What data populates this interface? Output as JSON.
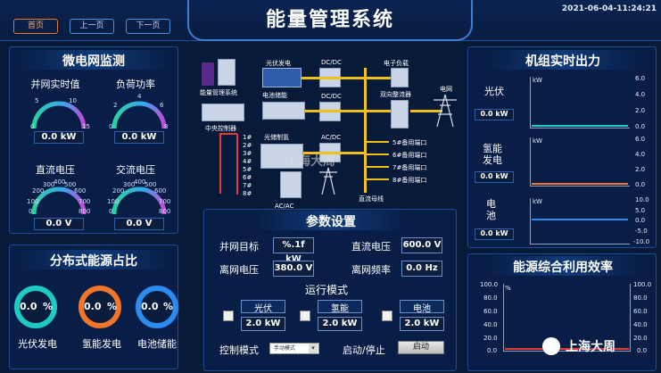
{
  "header": {
    "title": "能量管理系统",
    "datetime": "2021-06-04-11:24:21",
    "nav": [
      "首页",
      "上一页",
      "下一页"
    ]
  },
  "microgrid": {
    "title": "微电网监测",
    "gauges": [
      {
        "label": "并网实时值",
        "ticks": [
          "0",
          "5",
          "10",
          "15"
        ],
        "value": "0.0 kW"
      },
      {
        "label": "负荷功率",
        "ticks": [
          "0",
          "2",
          "4",
          "6",
          "8"
        ],
        "value": "0.0 kW"
      },
      {
        "label": "直流电压",
        "ticks": [
          "0",
          "100",
          "200",
          "300",
          "400",
          "500",
          "600",
          "700",
          "800"
        ],
        "value": "0.0 V"
      },
      {
        "label": "交流电压",
        "ticks": [
          "0",
          "100",
          "200",
          "300",
          "400",
          "500",
          "600",
          "700",
          "800"
        ],
        "value": "0.0 V"
      }
    ]
  },
  "distribution": {
    "title": "分布式能源占比",
    "rings": [
      {
        "label": "光伏发电",
        "value": "0.0",
        "unit": "%",
        "color": "#1fc9c4"
      },
      {
        "label": "氢能发电",
        "value": "0.0",
        "unit": "%",
        "color": "#f2752b"
      },
      {
        "label": "电池储能",
        "value": "0.0",
        "unit": "%",
        "color": "#2a8cf0"
      }
    ]
  },
  "diagram": {
    "ems": "能量管理系统",
    "central": "中央控制器",
    "pv": "光伏发电",
    "battery": "电池储能",
    "hydrogen": "光储制氢",
    "dcdc1": "DC/DC",
    "dcdc2": "DC/DC",
    "acdc": "AC/DC",
    "acac": "AC/AC",
    "eload": "电子负载",
    "rectifier": "双向整流器",
    "grid": "电网",
    "dcbus": "直流母线",
    "ports": [
      "5#备用端口",
      "6#备用端口",
      "7#备用端口",
      "8#备用端口"
    ],
    "relays": [
      "1#",
      "2#",
      "3#",
      "4#",
      "5#",
      "6#",
      "7#",
      "8#"
    ],
    "watermark": "上海大周"
  },
  "params": {
    "title": "参数设置",
    "grid_target_label": "并网目标",
    "grid_target_value": "%.1f kW",
    "dc_voltage_label": "直流电压",
    "dc_voltage_value": "600.0 V",
    "grid_voltage_label": "离网电压",
    "grid_voltage_value": "380.0 V",
    "grid_freq_label": "离网频率",
    "grid_freq_value": "0.0 Hz",
    "mode_title": "运行模式",
    "modes": [
      {
        "label": "光伏",
        "value": "2.0 kW"
      },
      {
        "label": "氢能",
        "value": "2.0 kW"
      },
      {
        "label": "电池",
        "value": "2.0 kW"
      }
    ],
    "control_label": "控制模式",
    "control_value": "手动模式",
    "startstop_label": "启动/停止",
    "start_button": "启动"
  },
  "unit_output": {
    "title": "机组实时出力",
    "rows": [
      {
        "name": "光伏",
        "value": "0.0 kW",
        "unit": "kW",
        "ticks": [
          "6.0",
          "4.0",
          "2.0",
          "0.0"
        ],
        "color": "#1fc9c4"
      },
      {
        "name": "氢能\n发电",
        "value": "0.0 kW",
        "unit": "kW",
        "ticks": [
          "6.0",
          "4.0",
          "2.0",
          "0.0"
        ],
        "color": "#f2752b"
      },
      {
        "name": "电\n池",
        "value": "0.0 kW",
        "unit": "kW",
        "ticks": [
          "10.0",
          "5.0",
          "0.0",
          "-5.0",
          "-10.0"
        ],
        "color": "#2a8cf0"
      }
    ]
  },
  "efficiency": {
    "title": "能源综合利用效率",
    "unit": "%",
    "ticks": [
      "100.0",
      "80.0",
      "60.0",
      "40.0",
      "20.0",
      "0.0"
    ],
    "line_color": "#e53935"
  },
  "watermark_brand": "上海大周"
}
